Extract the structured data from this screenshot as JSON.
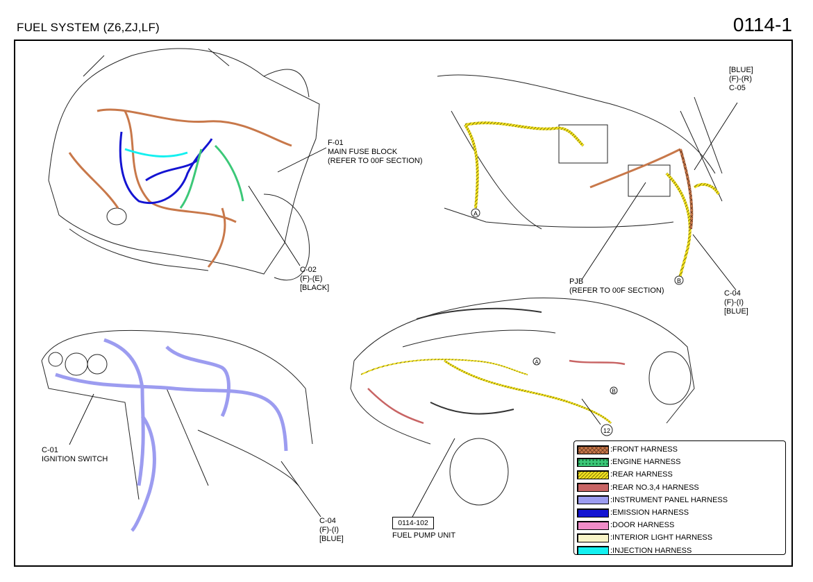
{
  "header": {
    "title": "FUEL SYSTEM (Z6,ZJ,LF)",
    "page_number": "0114-1"
  },
  "callouts": {
    "f01": "F-01\nMAIN FUSE BLOCK\n(REFER TO 00F SECTION)",
    "c02": "C-02\n(F)-(E)\n[BLACK]",
    "c05": "[BLUE]\n(F)-(R)\nC-05",
    "pjb": "PJB\n(REFER TO 00F SECTION)",
    "c04_right": "C-04\n(F)-(I)\n[BLUE]",
    "c01": "C-01\nIGNITION SWITCH",
    "c04_left": "C-04\n(F)-(I)\n[BLUE]",
    "fuel_pump_ref": "0114-102",
    "fuel_pump": "FUEL PUMP UNIT",
    "marker_a": "A",
    "marker_b": "B",
    "marker_12": "12"
  },
  "legend": [
    {
      "label": ":FRONT HARNESS",
      "color": "#c8784a",
      "pattern": "cross"
    },
    {
      "label": ":ENGINE HARNESS",
      "color": "#3cc878",
      "pattern": "dots"
    },
    {
      "label": ":REAR HARNESS",
      "color": "#f0e020",
      "pattern": "hatch"
    },
    {
      "label": ":REAR NO.3,4 HARNESS",
      "color": "#c86464",
      "pattern": "solid"
    },
    {
      "label": ":INSTRUMENT PANEL HARNESS",
      "color": "#9c9cf0",
      "pattern": "solid"
    },
    {
      "label": ":EMISSION HARNESS",
      "color": "#1414d2",
      "pattern": "solid"
    },
    {
      "label": ":DOOR HARNESS",
      "color": "#f08cc8",
      "pattern": "solid"
    },
    {
      "label": ":INTERIOR LIGHT HARNESS",
      "color": "#f8f4c8",
      "pattern": "solid"
    },
    {
      "label": ":INJECTION HARNESS",
      "color": "#14f0f0",
      "pattern": "solid"
    }
  ]
}
